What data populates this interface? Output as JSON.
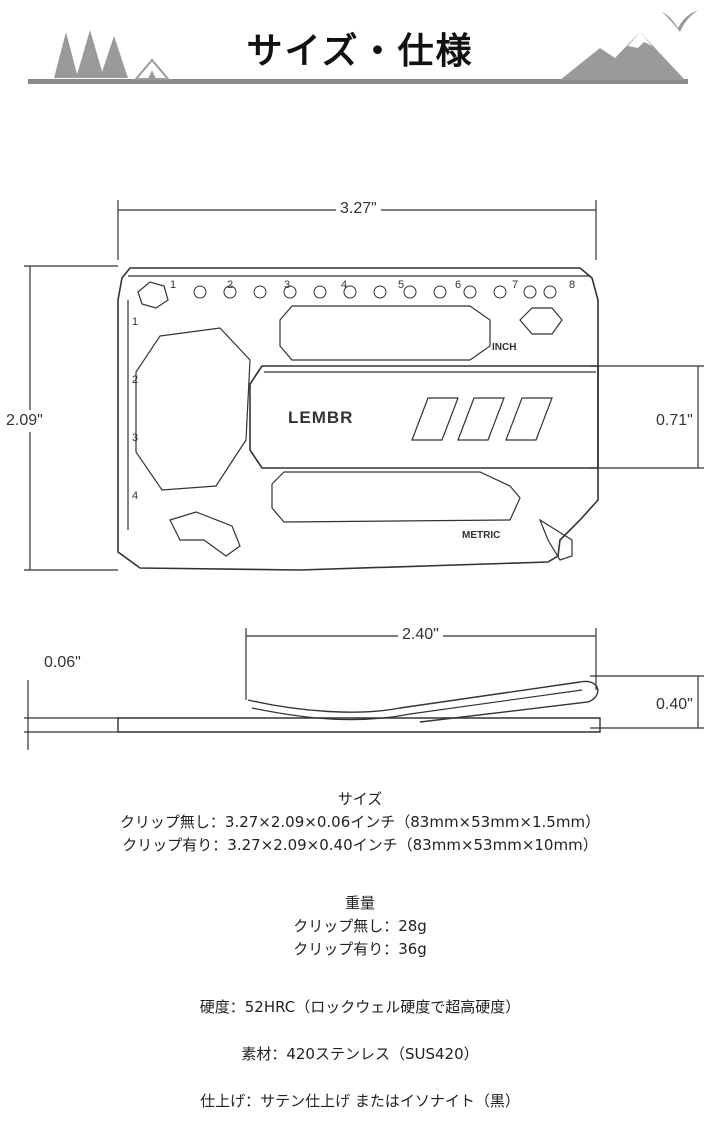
{
  "header": {
    "title": "サイズ・仕様"
  },
  "drawing": {
    "front_view": {
      "width_label": "3.27\"",
      "height_label": "2.09\"",
      "clip_label": "0.71\"",
      "brand": "LEMBR",
      "ruler_inch_label": "INCH",
      "ruler_metric_label": "METRIC",
      "inch_ticks": [
        "1",
        "2",
        "3",
        "4",
        "5",
        "6",
        "7",
        "8"
      ],
      "cm_ticks": [
        "1",
        "2",
        "3",
        "4"
      ]
    },
    "side_view": {
      "length_label": "2.40\"",
      "thickness_label": "0.06\"",
      "height_label": "0.40\""
    }
  },
  "specs": {
    "size": {
      "heading": "サイズ",
      "without_clip": "クリップ無し：3.27×2.09×0.06インチ（83mm×53mm×1.5mm）",
      "with_clip": "クリップ有り：3.27×2.09×0.40インチ（83mm×53mm×10mm）"
    },
    "weight": {
      "heading": "重量",
      "without_clip": "クリップ無し：28g",
      "with_clip": "クリップ有り：36g"
    },
    "hardness": "硬度：52HRC（ロックウェル硬度で超高硬度）",
    "material": "素材：420ステンレス（SUS420）",
    "finish": "仕上げ：サテン仕上げ またはイソナイト（黒）"
  },
  "colors": {
    "rule": "#8a8a8a",
    "deco": "#9a9a9a",
    "line": "#333333"
  },
  "icons": [
    "pine-trees-icon",
    "tent-icon",
    "mountain-icon",
    "bird-icon"
  ]
}
